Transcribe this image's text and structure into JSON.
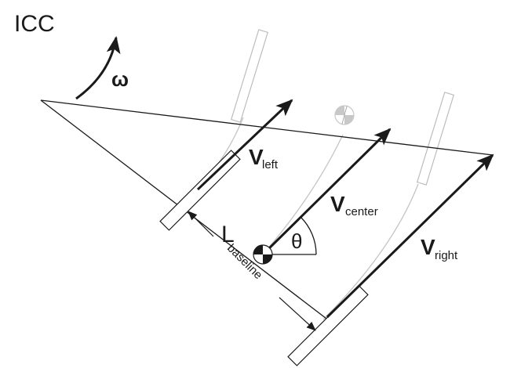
{
  "diagram": {
    "title": "Differential drive kinematics",
    "labels": {
      "icc": "ICC",
      "omega": "ω",
      "theta": "θ",
      "v_left_main": "V",
      "v_left_sub": "left",
      "v_center_main": "V",
      "v_center_sub": "center",
      "v_right_main": "V",
      "v_right_sub": "right",
      "l_main": "L",
      "l_sub": "baseline"
    },
    "colors": {
      "ink": "#1a1a1a",
      "ghost": "#bdbdbd",
      "ghost_fill": "#c8c8c8",
      "background": "#ffffff"
    }
  }
}
